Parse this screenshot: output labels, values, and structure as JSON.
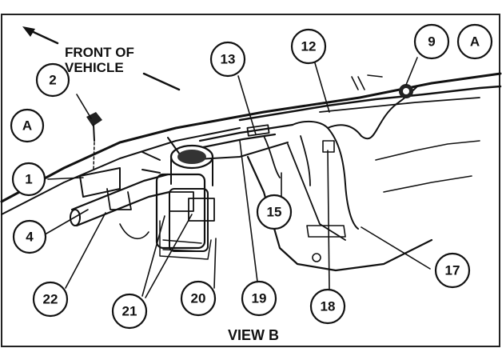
{
  "diagram": {
    "direction_label_line1": "FRONT OF",
    "direction_label_line2": "VEHICLE",
    "view_label": "VIEW B",
    "callouts": {
      "c1": "1",
      "c2": "2",
      "c4": "4",
      "c9": "9",
      "c12": "12",
      "c13": "13",
      "c15": "15",
      "c17": "17",
      "c18": "18",
      "c19": "19",
      "c20": "20",
      "c21": "21",
      "c22": "22",
      "cA_left": "A",
      "cA_right": "A"
    }
  }
}
